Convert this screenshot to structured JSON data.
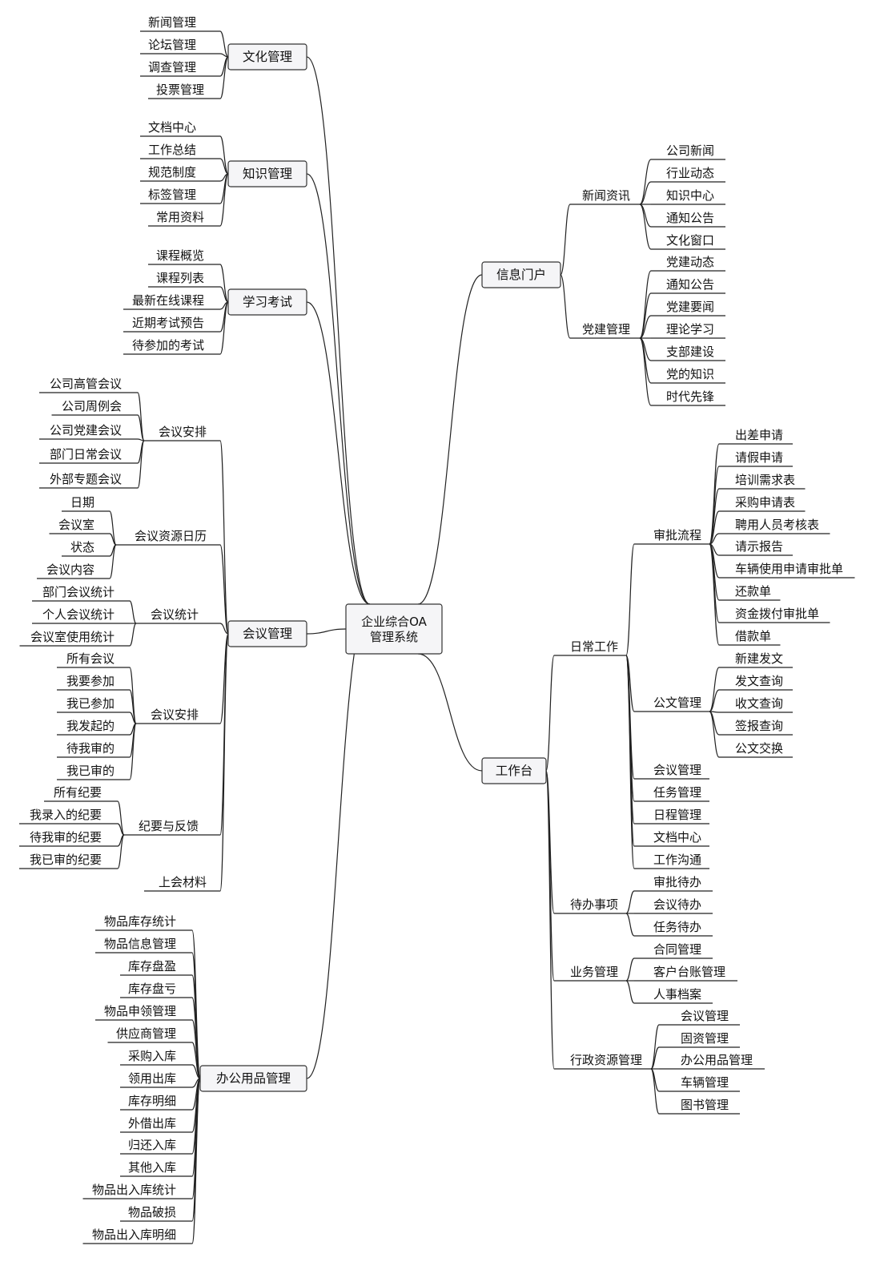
{
  "root": {
    "line1": "企业综合OA",
    "line2": "管理系统"
  },
  "left": [
    {
      "label": "文化管理",
      "children": [
        "新闻管理",
        "论坛管理",
        "调查管理",
        "投票管理"
      ]
    },
    {
      "label": "知识管理",
      "children": [
        "文档中心",
        "工作总结",
        "规范制度",
        "标签管理",
        "常用资料"
      ]
    },
    {
      "label": "学习考试",
      "children": [
        "课程概览",
        "课程列表",
        "最新在线课程",
        "近期考试预告",
        "待参加的考试"
      ]
    },
    {
      "label": "会议管理",
      "children": [
        {
          "label": "会议安排",
          "children": [
            "公司高管会议",
            "公司周例会",
            "公司党建会议",
            "部门日常会议",
            "外部专题会议"
          ]
        },
        {
          "label": "会议资源日历",
          "children": [
            "日期",
            "会议室",
            "状态",
            "会议内容"
          ]
        },
        {
          "label": "会议统计",
          "children": [
            "部门会议统计",
            "个人会议统计",
            "会议室使用统计"
          ]
        },
        {
          "label": "会议安排",
          "children": [
            "所有会议",
            "我要参加",
            "我已参加",
            "我发起的",
            "待我审的",
            "我已审的"
          ]
        },
        {
          "label": "纪要与反馈",
          "children": [
            "所有纪要",
            "我录入的纪要",
            "待我审的纪要",
            "我已审的纪要"
          ]
        },
        {
          "label": "上会材料",
          "children": []
        }
      ]
    },
    {
      "label": "办公用品管理",
      "children": [
        "物品库存统计",
        "物品信息管理",
        "库存盘盈",
        "库存盘亏",
        "物品申领管理",
        "供应商管理",
        "采购入库",
        "领用出库",
        "库存明细",
        "外借出库",
        "归还入库",
        "其他入库",
        "物品出入库统计",
        "物品破损",
        "物品出入库明细"
      ]
    }
  ],
  "right": [
    {
      "label": "信息门户",
      "children": [
        {
          "label": "新闻资讯",
          "children": [
            "公司新闻",
            "行业动态",
            "知识中心",
            "通知公告",
            "文化窗口"
          ]
        },
        {
          "label": "党建管理",
          "children": [
            "党建动态",
            "通知公告",
            "党建要闻",
            "理论学习",
            "支部建设",
            "党的知识",
            "时代先锋"
          ]
        }
      ]
    },
    {
      "label": "工作台",
      "children": [
        {
          "label": "日常工作",
          "children": [
            {
              "label": "审批流程",
              "children": [
                "出差申请",
                "请假申请",
                "培训需求表",
                "采购申请表",
                "聘用人员考核表",
                "请示报告",
                "车辆使用申请审批单",
                "还款单",
                "资金拨付审批单",
                "借款单"
              ]
            },
            {
              "label": "公文管理",
              "children": [
                "新建发文",
                "发文查询",
                "收文查询",
                "签报查询",
                "公文交换"
              ]
            },
            {
              "label": "会议管理",
              "children": []
            },
            {
              "label": "任务管理",
              "children": []
            },
            {
              "label": "日程管理",
              "children": []
            },
            {
              "label": "文档中心",
              "children": []
            },
            {
              "label": "工作沟通",
              "children": []
            }
          ]
        },
        {
          "label": "待办事项",
          "children": [
            "审批待办",
            "会议待办",
            "任务待办"
          ]
        },
        {
          "label": "业务管理",
          "children": [
            "合同管理",
            "客户台账管理",
            "人事档案"
          ]
        },
        {
          "label": "行政资源管理",
          "children": [
            "会议管理",
            "固资管理",
            "办公用品管理",
            "车辆管理",
            "图书管理"
          ]
        }
      ]
    }
  ]
}
